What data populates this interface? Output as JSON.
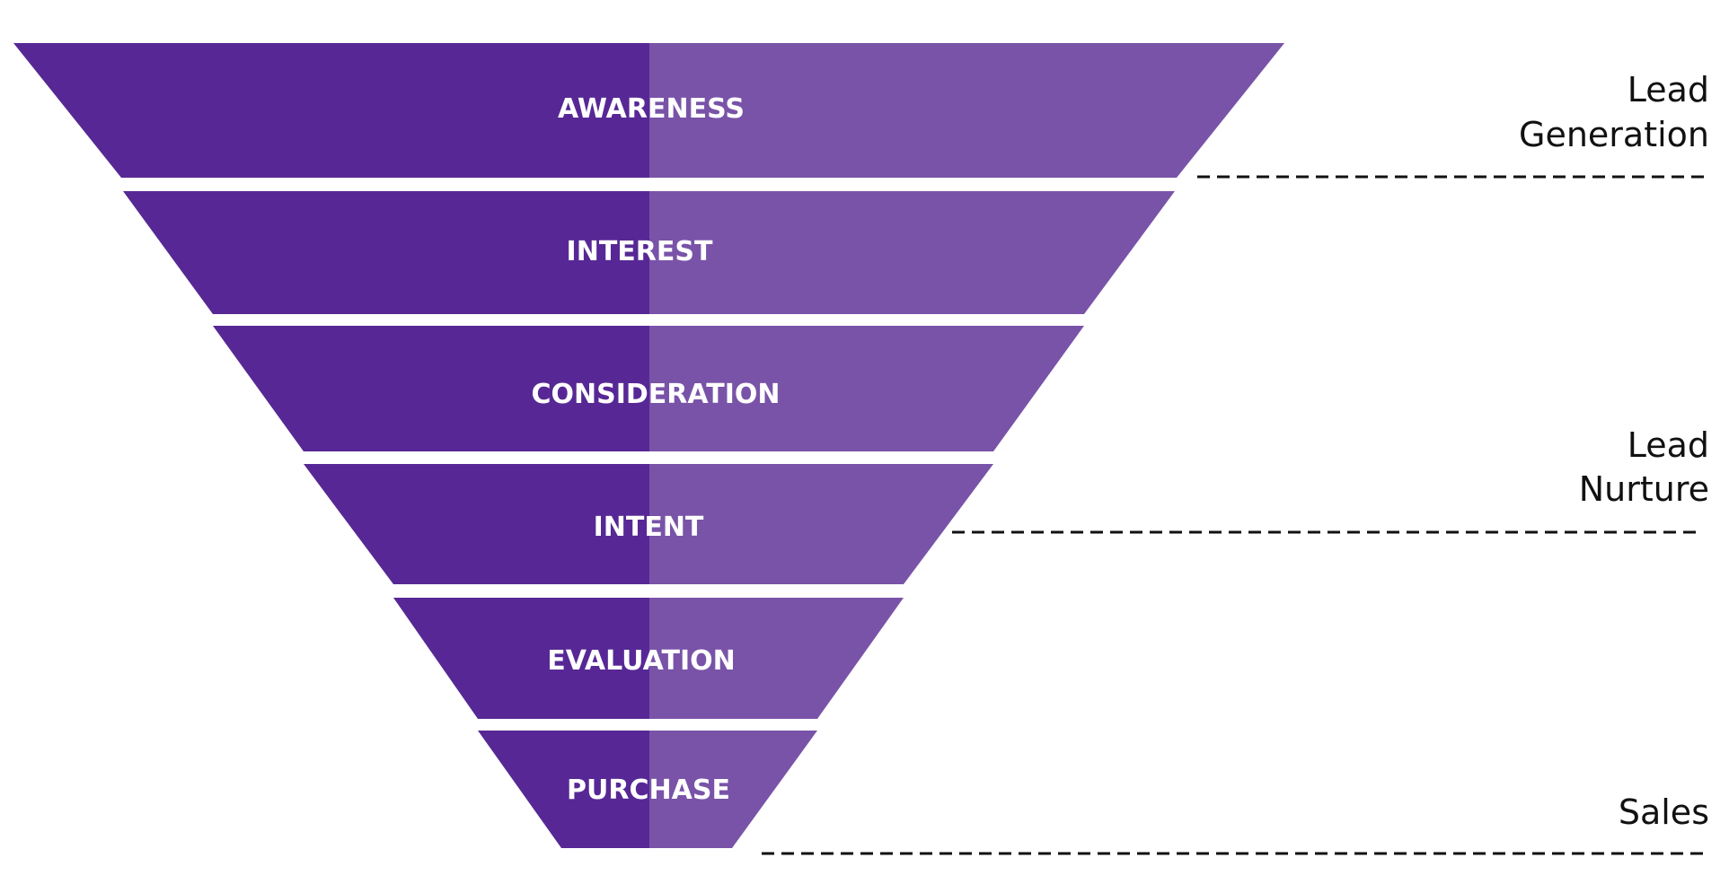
{
  "colors": {
    "funnel_dark": "#572895",
    "funnel_light": "#7953a8",
    "stage_text": "#ffffff",
    "group_text": "#111111",
    "divider": "#111111"
  },
  "funnel": {
    "stages": [
      {
        "label": "AWARENESS"
      },
      {
        "label": "INTEREST"
      },
      {
        "label": "CONSIDERATION"
      },
      {
        "label": "INTENT"
      },
      {
        "label": "EVALUATION"
      },
      {
        "label": "PURCHASE"
      }
    ]
  },
  "groups": [
    {
      "line1": "Lead",
      "line2": "Generation"
    },
    {
      "line1": "Lead",
      "line2": "Nurture"
    },
    {
      "line1": "Sales",
      "line2": ""
    }
  ]
}
